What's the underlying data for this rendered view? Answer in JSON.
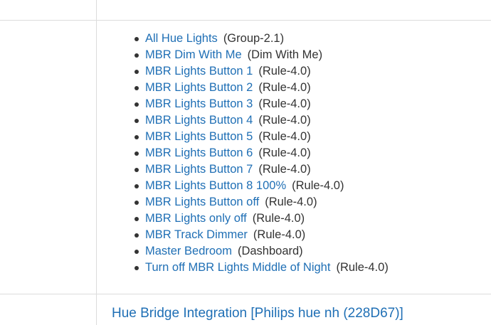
{
  "apps": [
    {
      "name": "All Hue Lights",
      "type": "(Group-2.1)"
    },
    {
      "name": "MBR Dim With Me",
      "type": "(Dim With Me)"
    },
    {
      "name": "MBR Lights Button 1",
      "type": "(Rule-4.0)"
    },
    {
      "name": "MBR Lights Button 2",
      "type": "(Rule-4.0)"
    },
    {
      "name": "MBR Lights Button 3",
      "type": "(Rule-4.0)"
    },
    {
      "name": "MBR Lights Button 4",
      "type": "(Rule-4.0)"
    },
    {
      "name": "MBR Lights Button 5",
      "type": "(Rule-4.0)"
    },
    {
      "name": "MBR Lights Button 6",
      "type": "(Rule-4.0)"
    },
    {
      "name": "MBR Lights Button 7",
      "type": "(Rule-4.0)"
    },
    {
      "name": "MBR Lights Button 8 100%",
      "type": "(Rule-4.0)"
    },
    {
      "name": "MBR Lights Button off",
      "type": "(Rule-4.0)"
    },
    {
      "name": "MBR Lights only off",
      "type": "(Rule-4.0)"
    },
    {
      "name": "MBR Track Dimmer",
      "type": "(Rule-4.0)"
    },
    {
      "name": "Master Bedroom",
      "type": "(Dashboard)"
    },
    {
      "name": "Turn off MBR Lights Middle of Night",
      "type": "(Rule-4.0)"
    }
  ],
  "next_row": {
    "link_text": "Hue Bridge Integration [Philips hue nh (228D67)]"
  }
}
